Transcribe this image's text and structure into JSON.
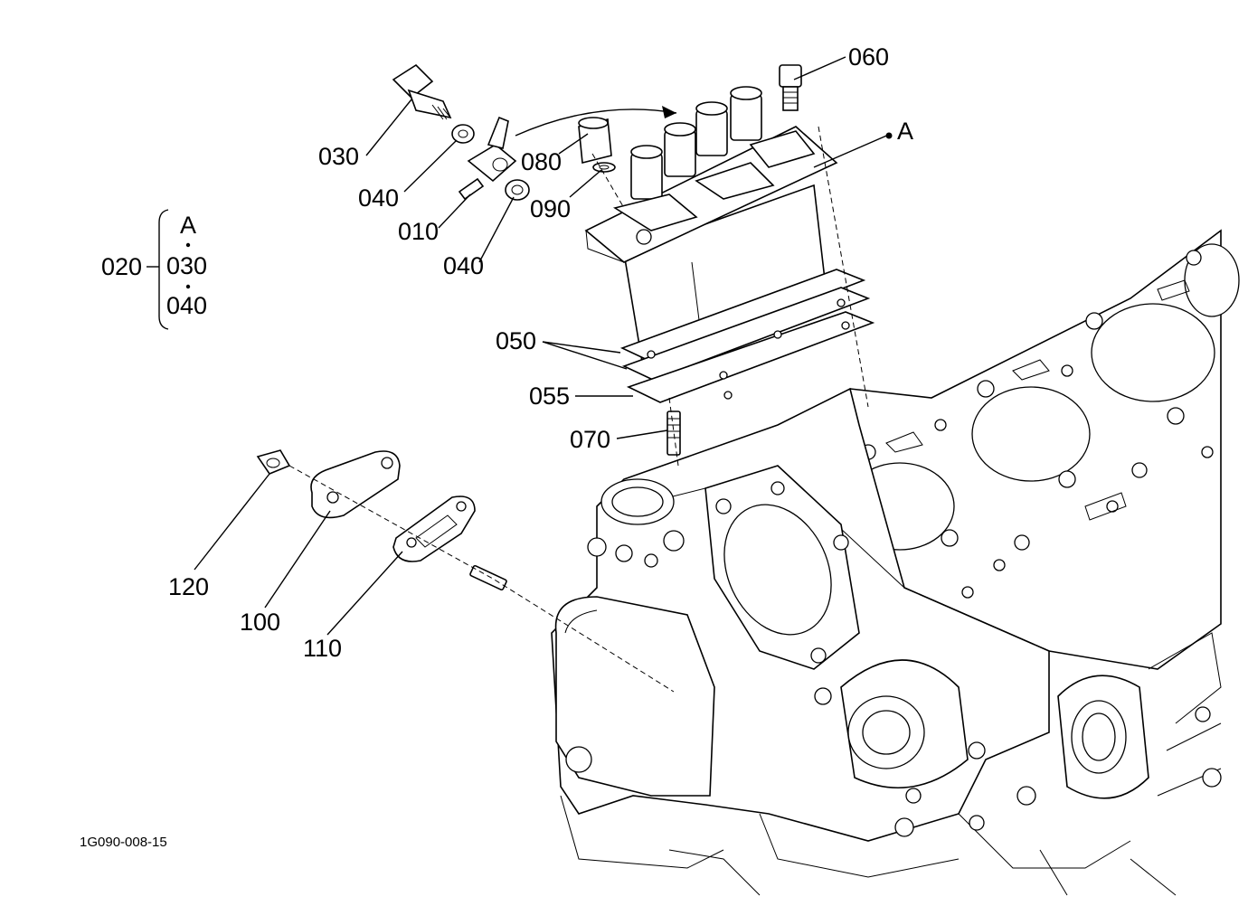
{
  "diagram": {
    "figure_code": "1G090-008-15",
    "callouts": {
      "c010": "010",
      "c030": "030",
      "c040a": "040",
      "c040b": "040",
      "c050": "050",
      "c055": "055",
      "c060": "060",
      "c070": "070",
      "c080": "080",
      "c090": "090",
      "c100": "100",
      "c110": "110",
      "c120": "120",
      "cA": "A"
    },
    "assembly_group": {
      "label": "020",
      "members": [
        "A",
        "030",
        "040"
      ]
    }
  }
}
